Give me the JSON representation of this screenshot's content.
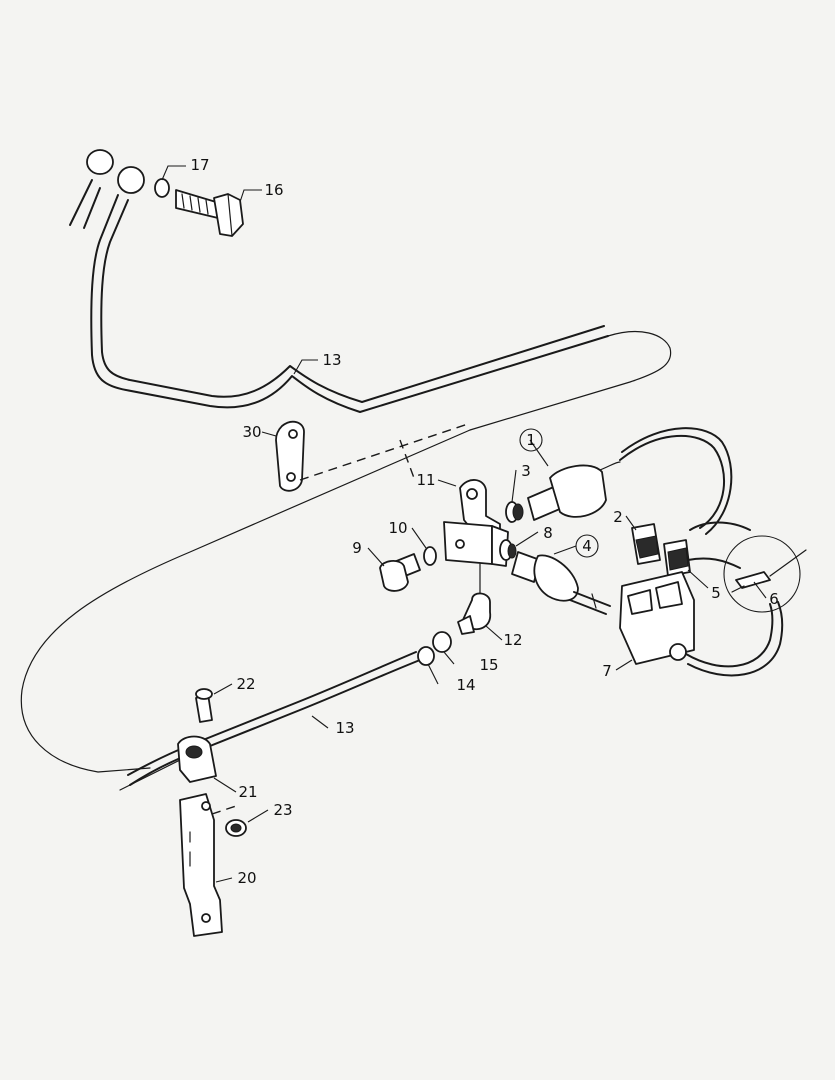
{
  "diagram": {
    "background": "#f4f4f2",
    "line_color": "#1a1a1a",
    "callouts": [
      {
        "id": "c1",
        "text": "1",
        "circled": true
      },
      {
        "id": "c2",
        "text": "2",
        "circled": false
      },
      {
        "id": "c3",
        "text": "3",
        "circled": false
      },
      {
        "id": "c4",
        "text": "4",
        "circled": true
      },
      {
        "id": "c5",
        "text": "5",
        "circled": false
      },
      {
        "id": "c6",
        "text": "6",
        "circled": false
      },
      {
        "id": "c7",
        "text": "7",
        "circled": false
      },
      {
        "id": "c8",
        "text": "8",
        "circled": false
      },
      {
        "id": "c9",
        "text": "9",
        "circled": false
      },
      {
        "id": "c10",
        "text": "10",
        "circled": false
      },
      {
        "id": "c11",
        "text": "11",
        "circled": false
      },
      {
        "id": "c12",
        "text": "12",
        "circled": false
      },
      {
        "id": "c13a",
        "text": "13",
        "circled": false
      },
      {
        "id": "c13b",
        "text": "13",
        "circled": false
      },
      {
        "id": "c14",
        "text": "14",
        "circled": false
      },
      {
        "id": "c15",
        "text": "15",
        "circled": false
      },
      {
        "id": "c16",
        "text": "16",
        "circled": false
      },
      {
        "id": "c17",
        "text": "17",
        "circled": false
      },
      {
        "id": "c20",
        "text": "20",
        "circled": false
      },
      {
        "id": "c21",
        "text": "21",
        "circled": false
      },
      {
        "id": "c22",
        "text": "22",
        "circled": false
      },
      {
        "id": "c23",
        "text": "23",
        "circled": false
      },
      {
        "id": "c30",
        "text": "30",
        "circled": false
      }
    ]
  }
}
